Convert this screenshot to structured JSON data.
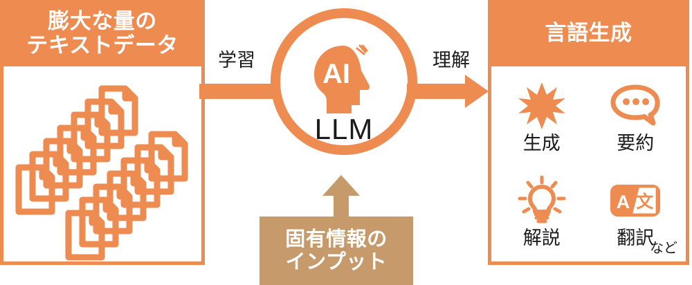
{
  "diagram": {
    "title_semantic": "LLM processing flow diagram",
    "colors": {
      "orange": "#ED8B51",
      "tan": "#C79A6B",
      "white": "#FFFFFF",
      "text_dark": "#1A1A1A"
    }
  },
  "left_panel": {
    "header_line1": "膨大な量の",
    "header_line2": "テキストデータ",
    "icon_name": "document-stack-icon",
    "document_count": 14
  },
  "flow": {
    "learn_label": "学習",
    "understand_label": "理解"
  },
  "center": {
    "head_label": "AI",
    "model_label": "LLM",
    "icon_name": "ai-head-icon"
  },
  "right_panel": {
    "header": "言語生成",
    "capabilities": [
      {
        "label": "生成",
        "icon": "starburst-icon"
      },
      {
        "label": "要約",
        "icon": "speech-bubble-icon"
      },
      {
        "label": "解説",
        "icon": "lightbulb-icon"
      },
      {
        "label": "翻訳",
        "icon": "translate-icon"
      }
    ],
    "translate_icon_left_char": "A",
    "translate_icon_right_char": "文",
    "etc_note": "など"
  },
  "input_block": {
    "line1": "固有情報の",
    "line2": "インプット",
    "arrow_icon": "up-arrow-icon"
  }
}
